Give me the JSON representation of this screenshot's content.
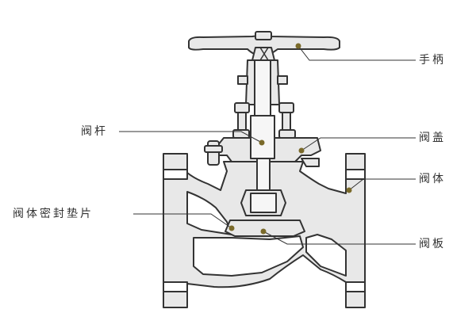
{
  "labels": {
    "handwheel": "手柄",
    "stem": "阀杆",
    "bonnet": "阀盖",
    "body": "阀体",
    "seal_gasket": "阀体密封垫片",
    "disc": "阀板"
  },
  "colors": {
    "outline": "#333333",
    "metal_fill": "#e8e8e8",
    "section_fill": "#f6f6f6",
    "leader_dot": "#7a6a2a"
  }
}
